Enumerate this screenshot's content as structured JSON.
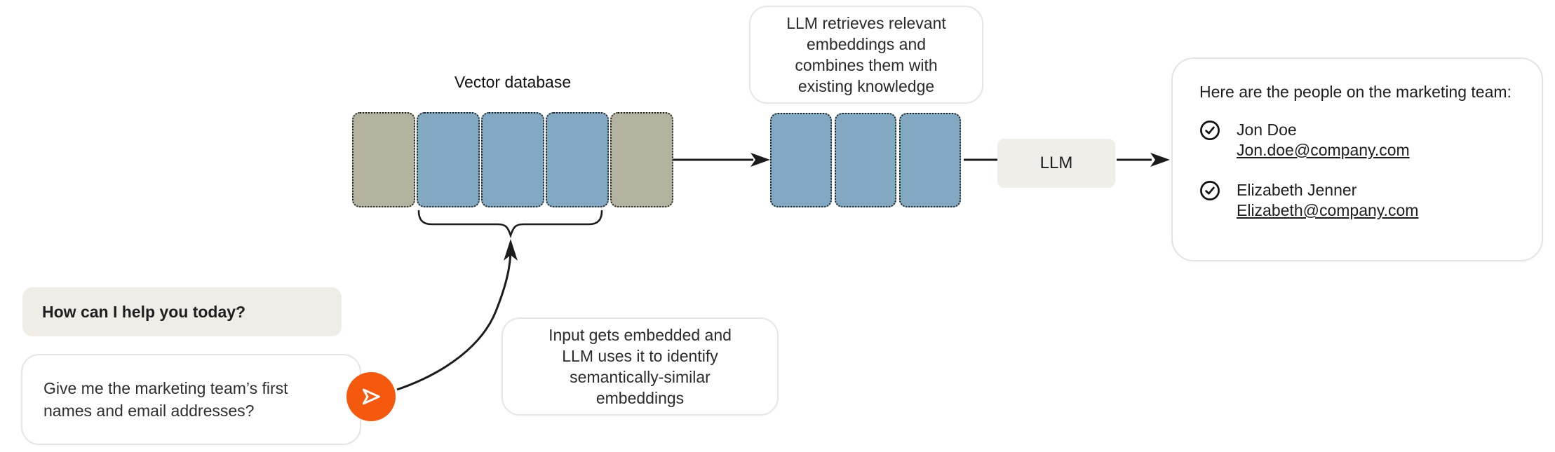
{
  "colors": {
    "background": "#ffffff",
    "embedding_blue": "#82a9c1",
    "embedding_tan": "#b4b3a0",
    "accent_orange": "#f4590d",
    "neutral_box": "#f0ede7",
    "border_light": "#e5e4e2",
    "ink": "#1d1d1f"
  },
  "vector_db": {
    "label": "Vector database",
    "cells": [
      "tan",
      "blue",
      "blue",
      "blue",
      "tan"
    ]
  },
  "retrieved": {
    "cells": [
      "blue",
      "blue",
      "blue"
    ]
  },
  "llm": {
    "label": "LLM"
  },
  "callouts": {
    "retrieval": {
      "lines": [
        "LLM retrieves relevant",
        "embeddings and",
        "combines them with",
        "existing knowledge"
      ]
    },
    "embedding": {
      "lines": [
        "Input gets embedded and",
        "LLM uses it to identify",
        "semantically-similar",
        "embeddings"
      ]
    }
  },
  "chat": {
    "assistant_greeting": "How can I help you today?",
    "user_message": "Give me the marketing team’s first names and email addresses?",
    "send_icon": "paper-plane-icon"
  },
  "response": {
    "intro": "Here are the people on the marketing team:",
    "people": [
      {
        "name": "Jon Doe",
        "email": "Jon.doe@company.com",
        "icon": "check-circle-icon"
      },
      {
        "name": "Elizabeth Jenner",
        "email": "Elizabeth@company.com",
        "icon": "check-circle-icon"
      }
    ]
  }
}
